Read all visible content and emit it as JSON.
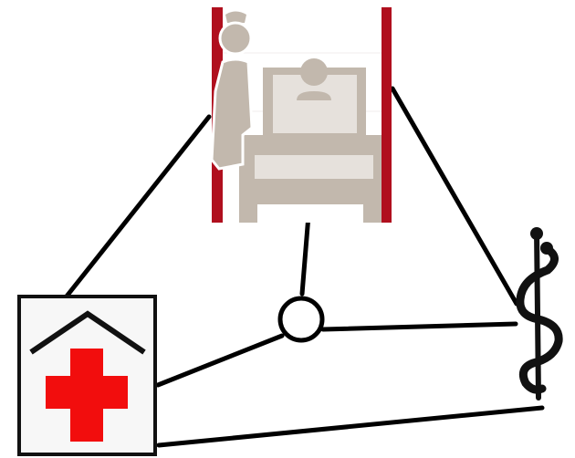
{
  "diagram": {
    "nodes": [
      {
        "id": "patient-care",
        "icon": "nurse-and-patient-bed-icon"
      },
      {
        "id": "home-health",
        "icon": "house-with-red-cross-icon"
      },
      {
        "id": "medicine",
        "icon": "rod-of-asclepius-icon"
      },
      {
        "id": "hub",
        "icon": "hub-circle"
      }
    ],
    "edges": [
      {
        "from": "patient-care",
        "to": "home-health"
      },
      {
        "from": "patient-care",
        "to": "medicine"
      },
      {
        "from": "patient-care",
        "to": "hub"
      },
      {
        "from": "hub",
        "to": "home-health"
      },
      {
        "from": "hub",
        "to": "medicine"
      },
      {
        "from": "home-health",
        "to": "medicine"
      }
    ],
    "colors": {
      "line": "#000000",
      "curtain": "#b00f1e",
      "figure": "#c2b8ad",
      "figure_light": "#e6e1dc",
      "cross": "#f20d0d"
    }
  }
}
